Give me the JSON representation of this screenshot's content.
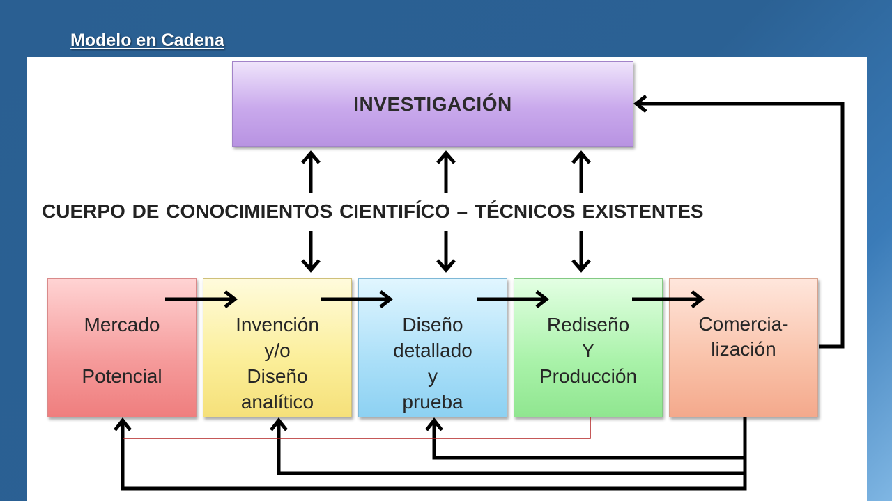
{
  "slide": {
    "title": "Modelo en Cadena"
  },
  "diagram": {
    "research": {
      "label": "INVESTIGACIÓN"
    },
    "knowledge": {
      "label": "CUERPO DE CONOCIMIENTOS CIENTIFÍCO – TÉCNICOS  EXISTENTES"
    },
    "stages": {
      "market": {
        "line1": "Mercado",
        "line2": "Potencial"
      },
      "invention": {
        "line1": "Invención",
        "line2": "y/o",
        "line3": "Diseño",
        "line4": "analítico"
      },
      "design": {
        "line1": "Diseño",
        "line2": "detallado",
        "line3": "y",
        "line4": "prueba"
      },
      "redesign": {
        "line1": "Rediseño",
        "line2": "Y",
        "line3": "Producción"
      },
      "commercial": {
        "line1": "Comercia-",
        "line2": "lización"
      }
    },
    "colors": {
      "arrow": "#000000",
      "thin_feedback": "#b22020",
      "research_fill": "#c9a9ec",
      "market_fill": "#f59a9a",
      "invention_fill": "#fbee98",
      "design_fill": "#aadff8",
      "redesign_fill": "#a9f2a9",
      "commercial_fill": "#f9c1a8"
    }
  }
}
